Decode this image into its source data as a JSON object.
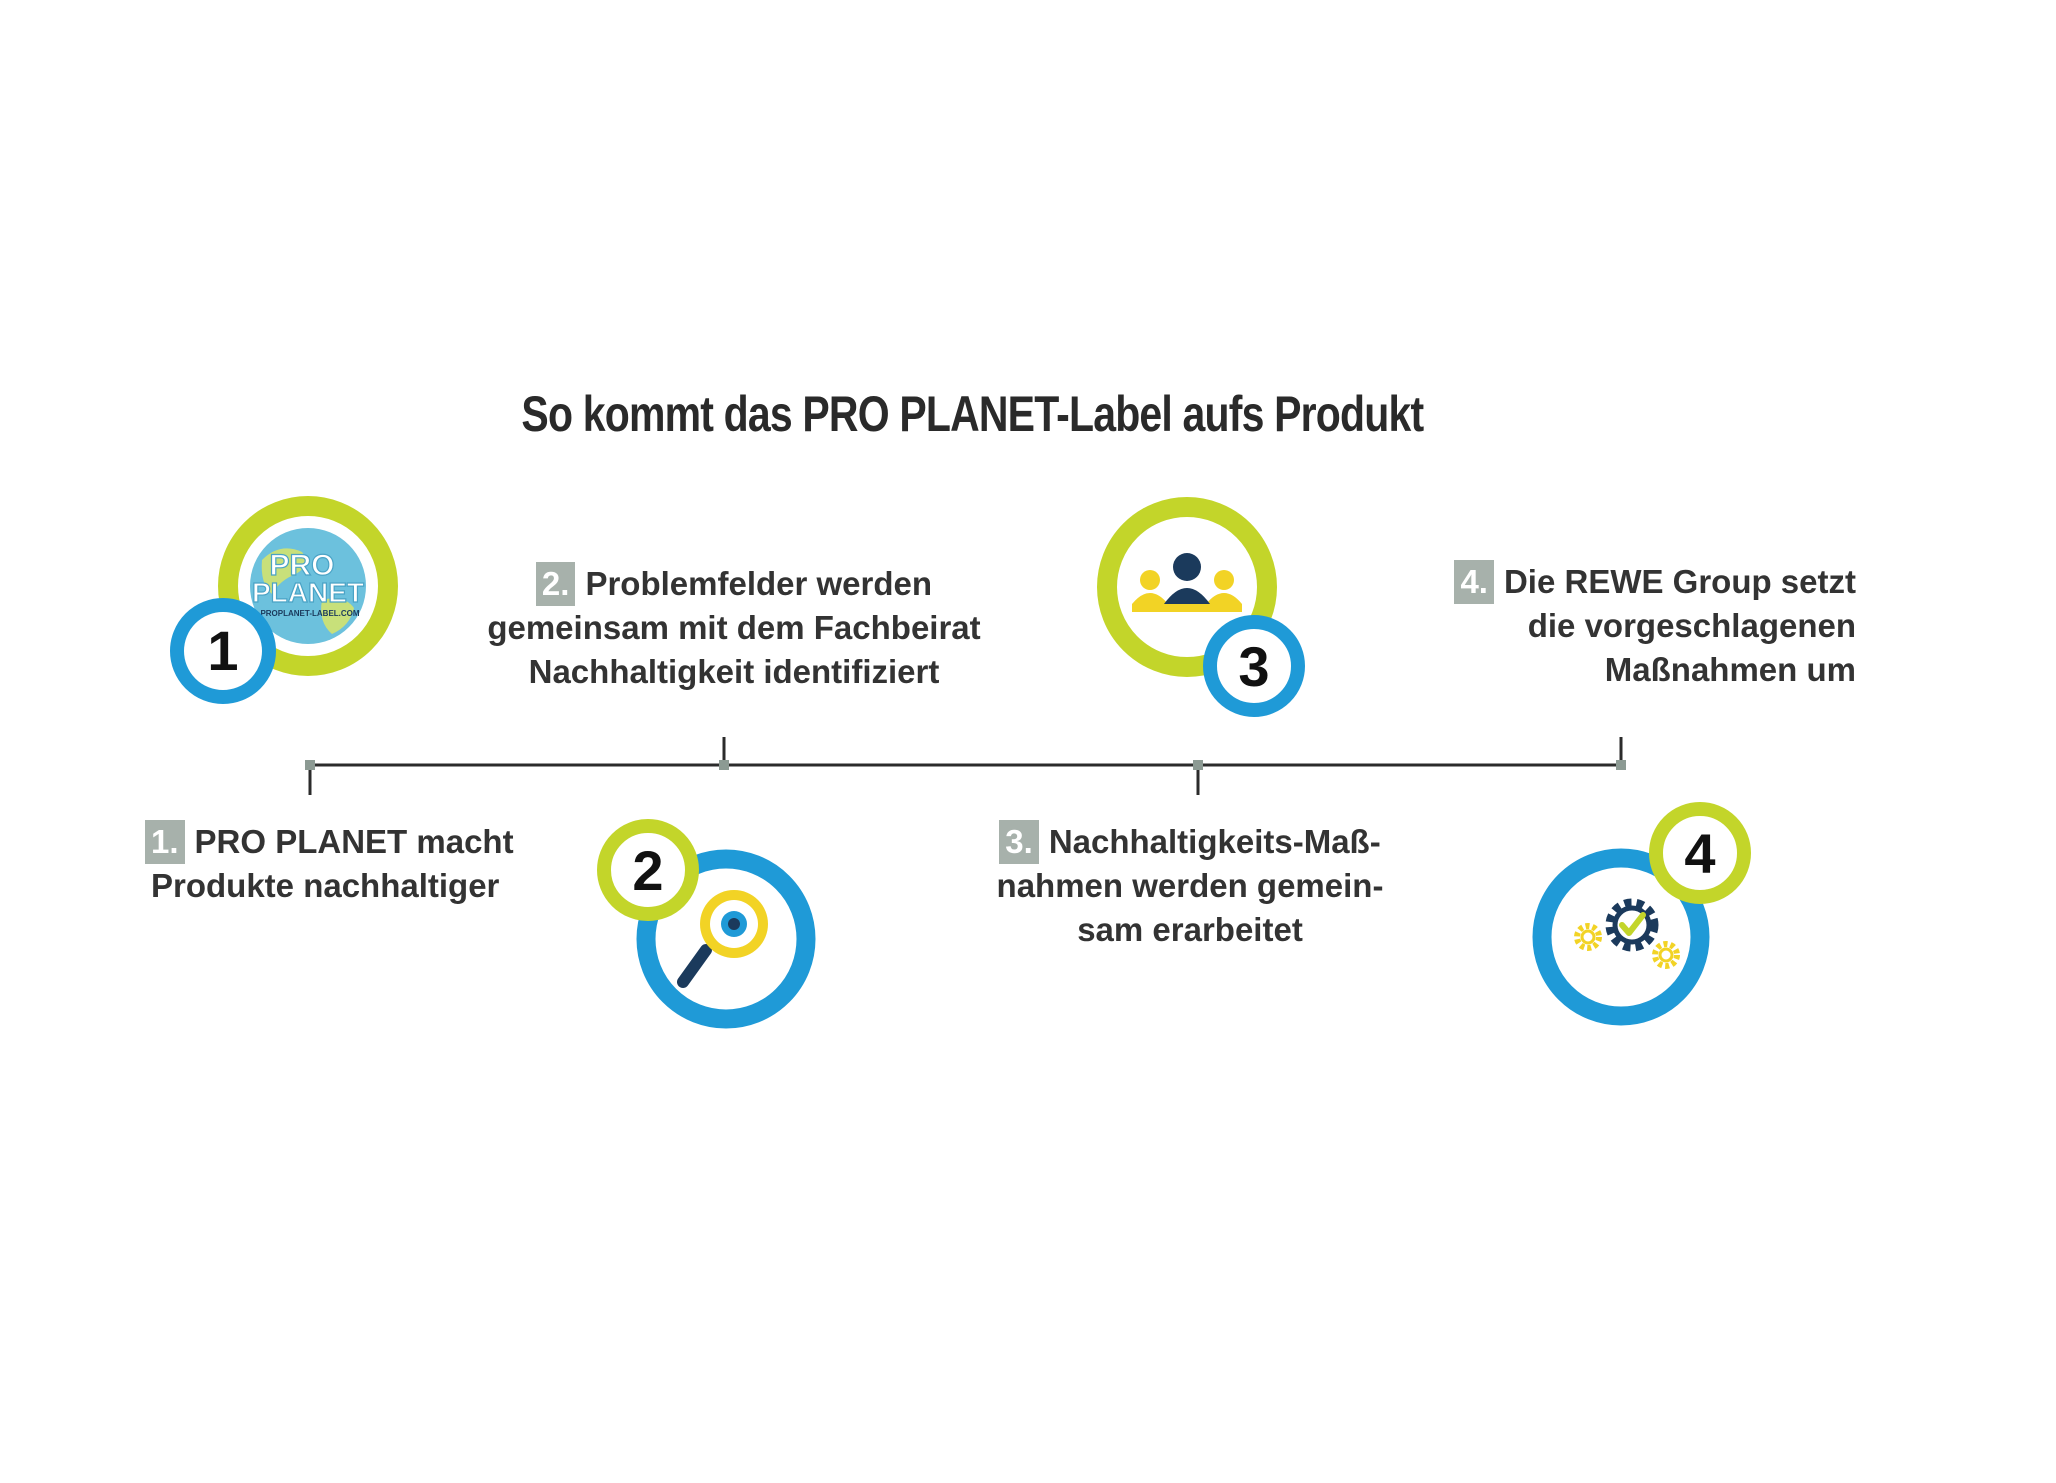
{
  "title": "So kommt das PRO PLANET-Label aufs Produkt",
  "colors": {
    "lime": "#c3d52a",
    "blue": "#1f9ad7",
    "navy": "#1b3a5c",
    "yellow": "#f2d325",
    "grey_badge": "#a7b1ab",
    "text": "#333333",
    "timeline": "#2b2b2b"
  },
  "logo": {
    "line1": "PRO",
    "line2": "PLANET",
    "url": "PROPLANET-LABEL.COM"
  },
  "steps": [
    {
      "num": "1.",
      "lines": [
        "PRO PLANET macht",
        "Produkte nachhaltiger"
      ],
      "badge": "1",
      "icon": "pro-planet-logo-icon"
    },
    {
      "num": "2.",
      "lines": [
        "Problemfelder werden",
        "gemeinsam mit dem Fachbeirat",
        "Nachhaltigkeit identifiziert"
      ],
      "badge": "2",
      "icon": "magnifier-eye-icon"
    },
    {
      "num": "3.",
      "lines": [
        "Nachhaltigkeits-Maß-",
        "nahmen werden gemein-",
        "sam erarbeitet"
      ],
      "badge": "3",
      "icon": "people-group-icon"
    },
    {
      "num": "4.",
      "lines": [
        "Die REWE Group setzt",
        "die vorgeschlagenen",
        "Maßnahmen um"
      ],
      "badge": "4",
      "icon": "gears-check-icon"
    }
  ]
}
